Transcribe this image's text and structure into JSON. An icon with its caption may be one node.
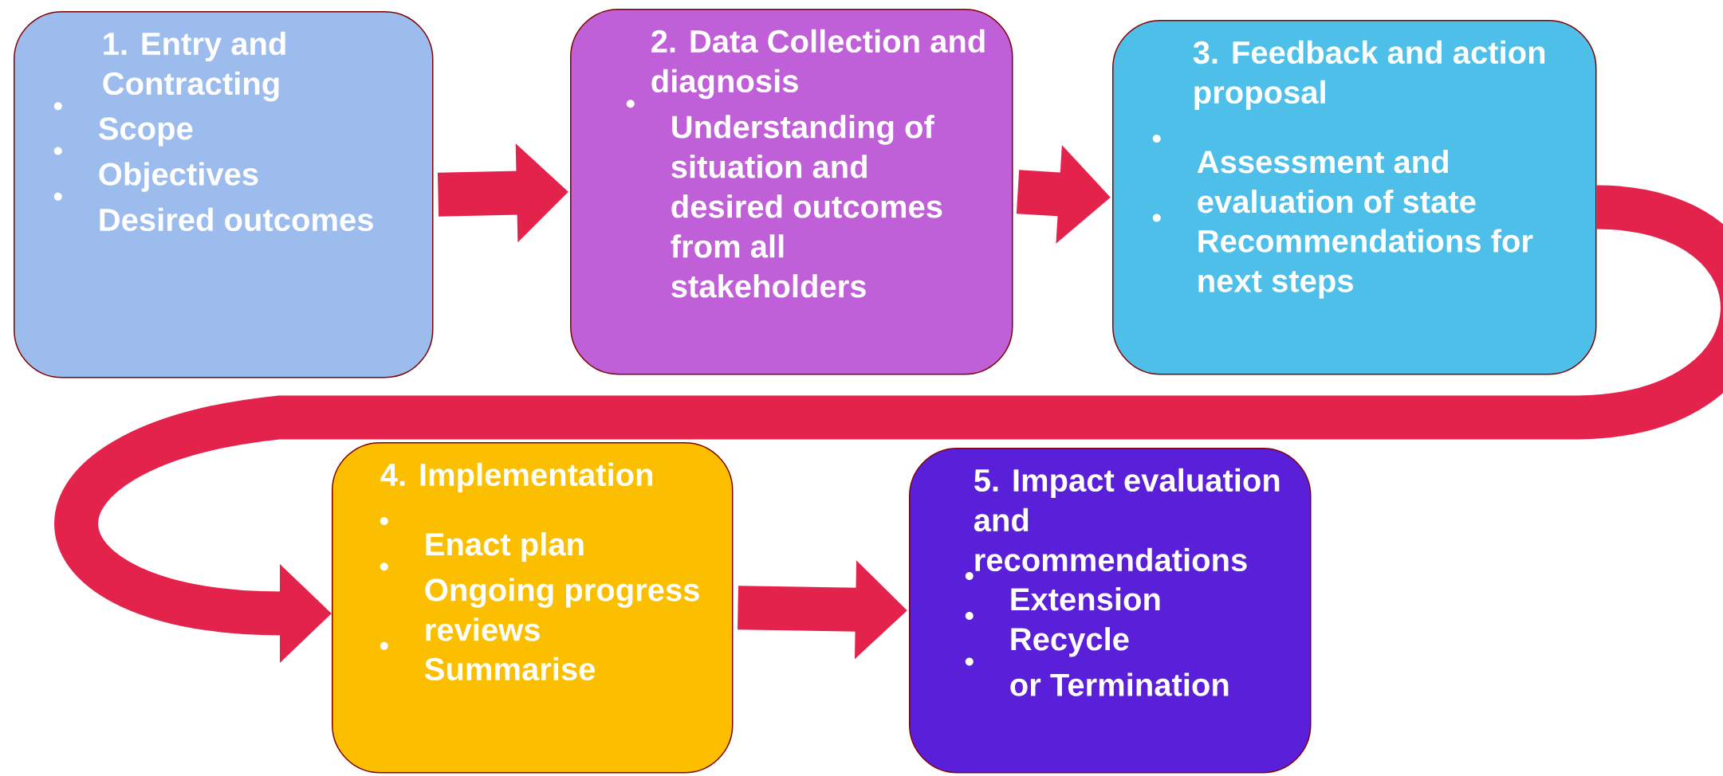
{
  "diagram": {
    "nodes": [
      {
        "text": [
          "1. Entry and Contracting",
          "Scope",
          "Objectives",
          "Desired outcomes"
        ]
      },
      {
        "text": [
          "2. Data Collection and diagnosis",
          "Understanding of situation and desired outcomes from all stakeholders"
        ]
      },
      {
        "text": [
          "3. Feedback and action proposal",
          "Assessment and evaluation of  state",
          "Recommendations for next steps"
        ]
      },
      {
        "text": [
          "4. Implementation",
          "Enact plan",
          "Ongoing progress reviews",
          "Summarise"
        ]
      },
      {
        "text": [
          "5. Impact evaluation and recommendations",
          "Extension",
          "Recycle",
          "or Termination"
        ]
      }
    ],
    "edges": [
      {
        "from": 0,
        "to": 1,
        "arrow": "to"
      },
      {
        "from": 1,
        "to": 2,
        "arrow": "to"
      },
      {
        "from": 2,
        "to": 3,
        "arrow": "to"
      },
      {
        "from": 3,
        "to": 4,
        "arrow": "to"
      }
    ]
  }
}
